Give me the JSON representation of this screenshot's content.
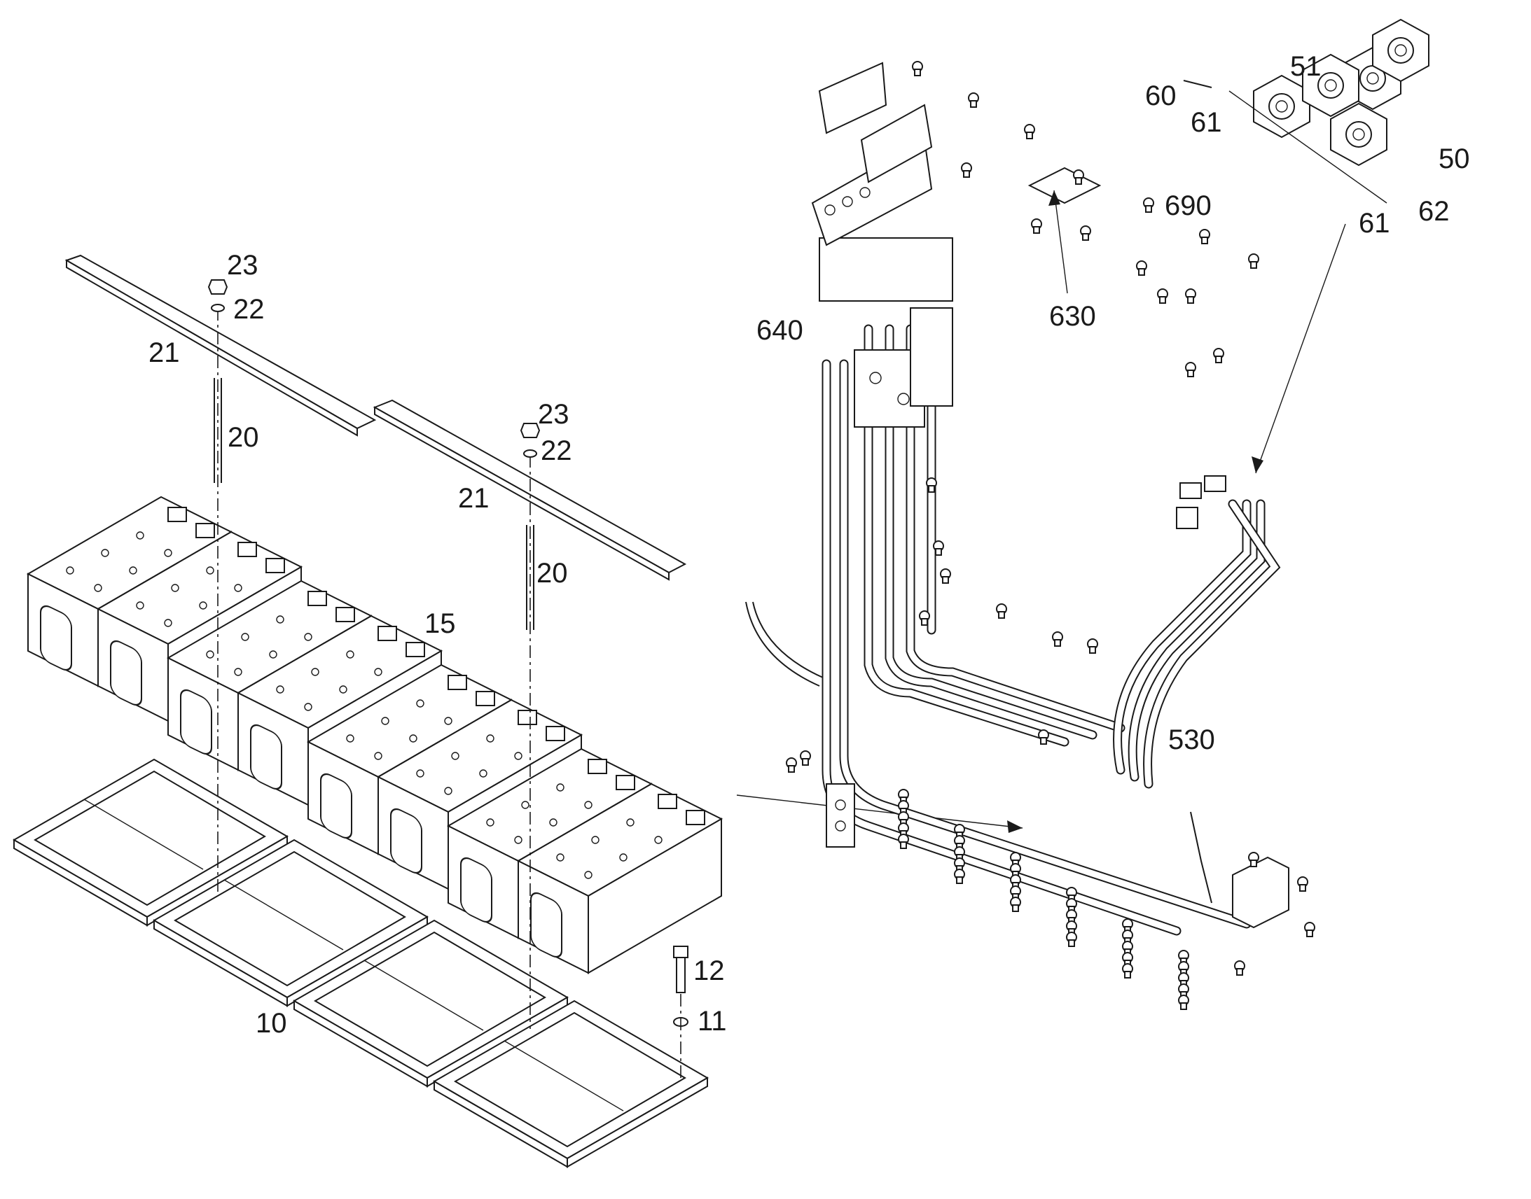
{
  "labels": {
    "l10": "10",
    "l11": "11",
    "l12": "12",
    "l15": "15",
    "l20a": "20",
    "l20b": "20",
    "l21a": "21",
    "l21b": "21",
    "l22a": "22",
    "l22b": "22",
    "l23a": "23",
    "l23b": "23",
    "l50": "50",
    "l51": "51",
    "l60": "60",
    "l61a": "61",
    "l61b": "61",
    "l62": "62",
    "l530": "530",
    "l630": "630",
    "l640": "640",
    "l690": "690"
  }
}
